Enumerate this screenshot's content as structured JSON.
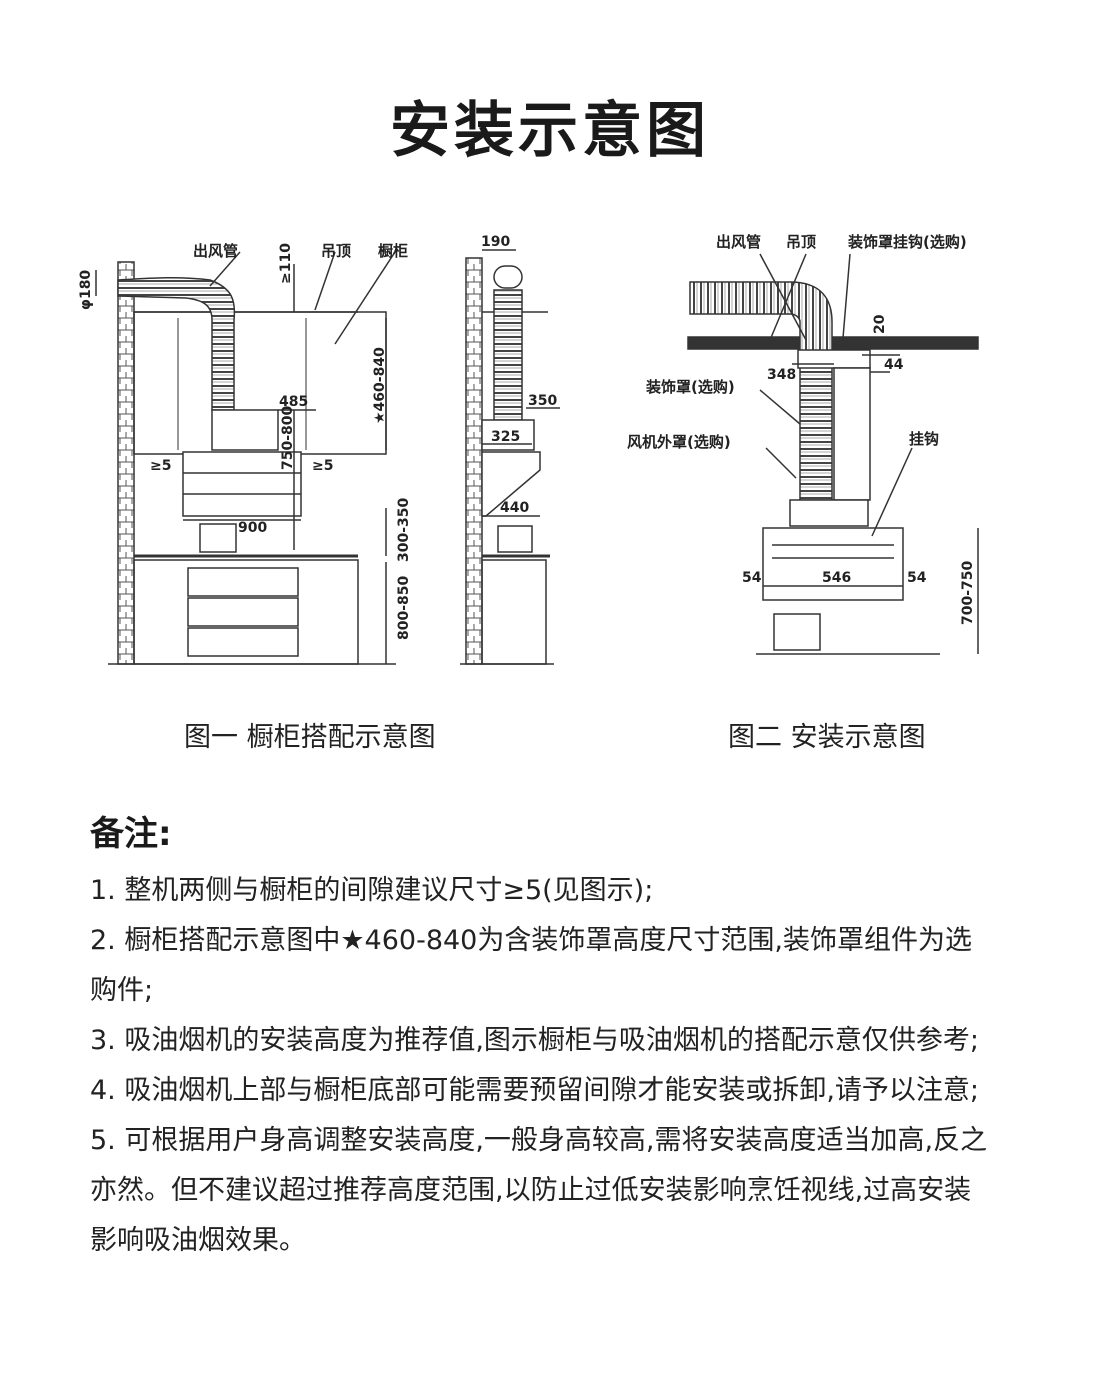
{
  "title": "安装示意图",
  "fig1": {
    "labels": {
      "duct": "出风管",
      "ceiling": "吊顶",
      "cabinet": "橱柜"
    },
    "dims": {
      "phi": "φ180",
      "ge110": "≥110",
      "d485": "485",
      "range": "★460-840",
      "h750": "750-800",
      "ge5a": "≥5",
      "ge5b": "≥5",
      "w900": "900",
      "h300": "300-350",
      "h800": "800-850"
    },
    "caption": "图一  橱柜搭配示意图"
  },
  "side": {
    "dims": {
      "d190": "190",
      "d350": "350",
      "d325": "325",
      "d440": "440"
    }
  },
  "fig2": {
    "labels": {
      "duct": "出风管",
      "ceiling": "吊顶",
      "hook_cover": "装饰罩挂钩(选购)",
      "cover": "装饰罩(选购)",
      "fan_cover": "风机外罩(选购)",
      "hook": "挂钩"
    },
    "dims": {
      "d20": "20",
      "d44": "44",
      "d348": "348",
      "d54a": "54",
      "d546": "546",
      "d54b": "54",
      "h700": "700-750"
    },
    "caption": "图二  安装示意图"
  },
  "notes": {
    "title": "备注:",
    "items": [
      "1. 整机两侧与橱柜的间隙建议尺寸≥5(见图示);",
      "2. 橱柜搭配示意图中★460-840为含装饰罩高度尺寸范围,装饰罩组件为选",
      "购件;",
      "3. 吸油烟机的安装高度为推荐值,图示橱柜与吸油烟机的搭配示意仅供参考;",
      "4. 吸油烟机上部与橱柜底部可能需要预留间隙才能安装或拆卸,请予以注意;",
      "5. 可根据用户身高调整安装高度,一般身高较高,需将安装高度适当加高,反之",
      "亦然。但不建议超过推荐高度范围,以防止过低安装影响烹饪视线,过高安装",
      "影响吸油烟效果。"
    ]
  }
}
